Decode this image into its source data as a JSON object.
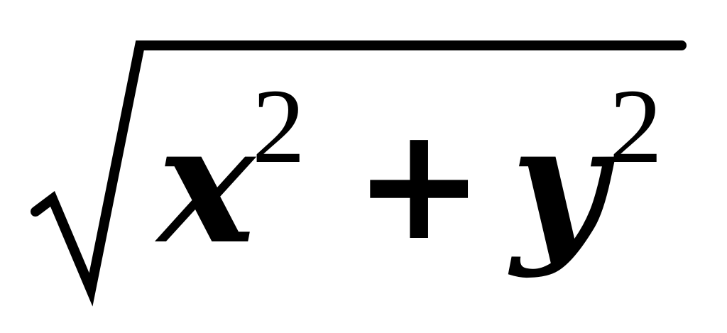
{
  "formula": {
    "radical_symbol": "√",
    "base_1": "x",
    "exponent_1": "2",
    "operator": "+",
    "base_2": "y",
    "exponent_2": "2"
  },
  "colors": {
    "ink": "#000000",
    "background": "#ffffff"
  }
}
